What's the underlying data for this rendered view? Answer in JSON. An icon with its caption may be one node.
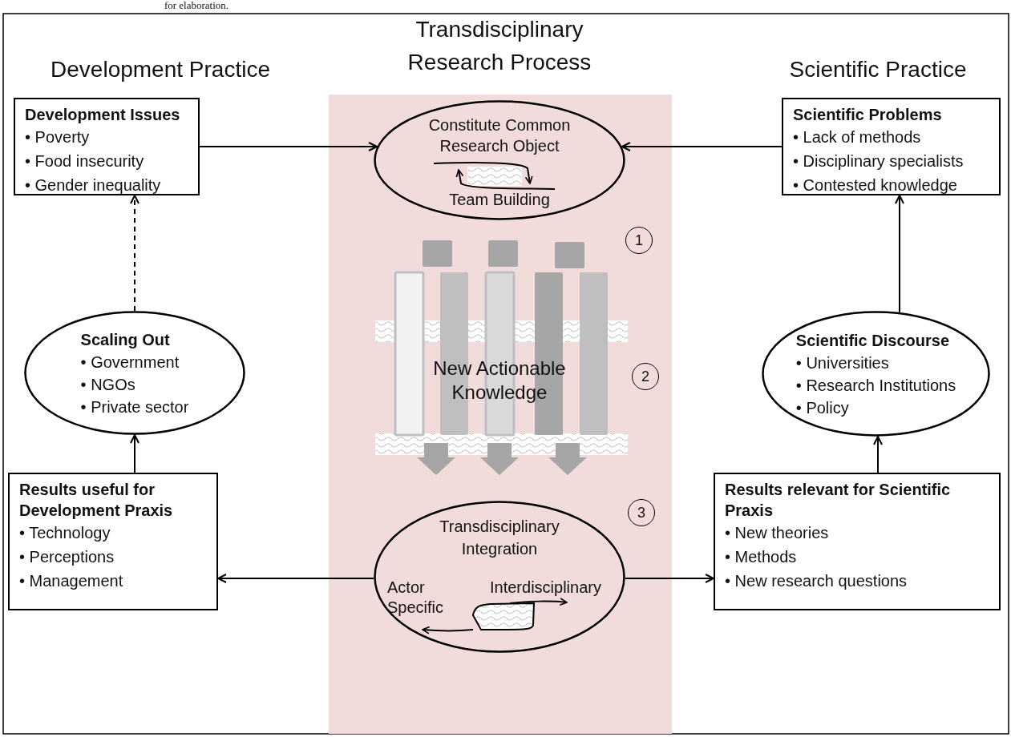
{
  "diagram": {
    "nodes": [
      {
        "text": [
          "Development Issues",
          "• Poverty",
          "• Food insecurity",
          "• Gender inequality"
        ]
      },
      {
        "text": [
          "Constitute Common Research Object",
          "Team Building"
        ]
      },
      {
        "text": [
          "Scientific Problems",
          "• Lack of methods",
          "• Disciplinary specialists",
          "• Contested knowledge"
        ]
      },
      {
        "text": [
          "Scaling Out",
          "• Government",
          "• NGOs",
          "• Private sector"
        ]
      },
      {
        "text": [
          "Scientific Discourse",
          "• Universities",
          "• Research Institutions",
          "• Policy"
        ]
      },
      {
        "text": [
          "New Actionable Knowledge"
        ]
      },
      {
        "text": [
          "Results useful for Development Praxis",
          "• Technology",
          "• Perceptions",
          "• Management"
        ]
      },
      {
        "text": [
          "Transdisciplinary Integration",
          "Actor Specific",
          "Interdisciplinary"
        ]
      },
      {
        "text": [
          "Results relevant for Scientific Praxis",
          "• New theories",
          "• Methods",
          "• New research questions"
        ]
      },
      {
        "text": [
          "1"
        ]
      },
      {
        "text": [
          "2"
        ]
      },
      {
        "text": [
          "3"
        ]
      }
    ],
    "edges": [
      {
        "from": 0,
        "to": 1,
        "arrow": "to"
      },
      {
        "from": 2,
        "to": 1,
        "arrow": "to"
      },
      {
        "from": 3,
        "to": 0,
        "arrow": "to",
        "style": "dashed"
      },
      {
        "from": 6,
        "to": 3,
        "arrow": "to"
      },
      {
        "from": 7,
        "to": 6,
        "arrow": "to"
      },
      {
        "from": 7,
        "to": 8,
        "arrow": "to"
      },
      {
        "from": 8,
        "to": 4,
        "arrow": "to"
      },
      {
        "from": 4,
        "to": 2,
        "arrow": "to"
      }
    ],
    "labels": [
      "for elaboration.",
      "Development Practice",
      "Transdisciplinary Research Process",
      "Scientific Practice"
    ]
  }
}
